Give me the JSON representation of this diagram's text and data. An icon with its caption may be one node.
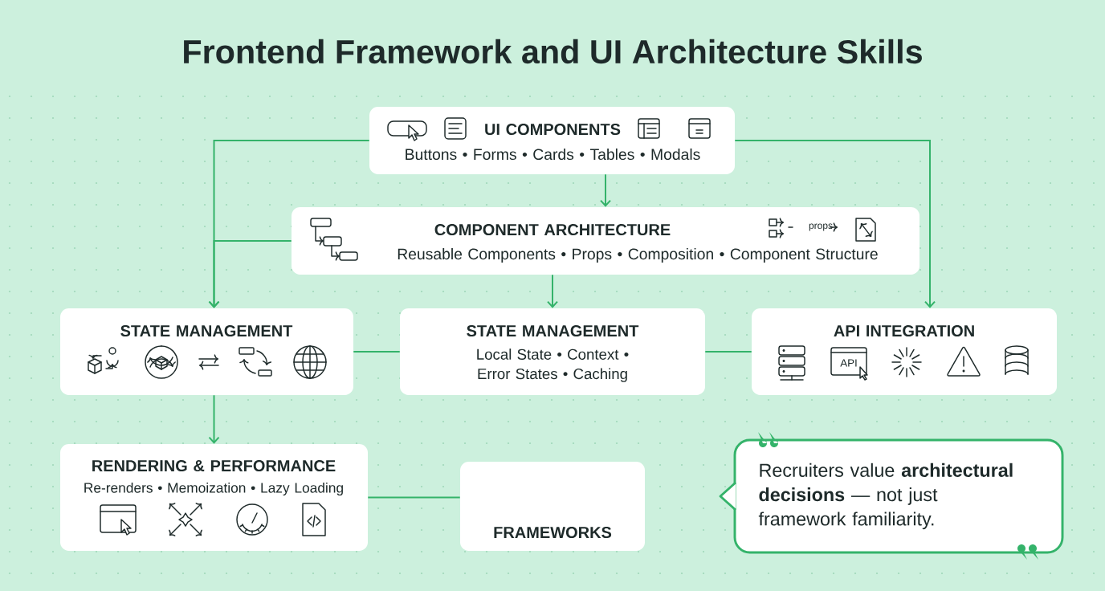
{
  "diagram": {
    "title": "Frontend Framework and UI Architecture Skills",
    "nodes": [
      {
        "text": [
          "UI COMPONENTS",
          "Buttons • Forms • Cards • Tables • Modals"
        ]
      },
      {
        "text": [
          "COMPONENT ARCHITECTURE",
          "Reusable Components • Props • Composition • Component Structure"
        ]
      },
      {
        "text": [
          "STATE MANAGEMENT"
        ]
      },
      {
        "text": [
          "STATE MANAGEMENT",
          "Local State • Context • Error States • Caching"
        ]
      },
      {
        "text": [
          "API INTEGRATION"
        ]
      },
      {
        "text": [
          "RENDERING & PERFORMANCE",
          "Re-renders • Memoization • Lazy Loading"
        ]
      },
      {
        "text": [
          "FRAMEWORKS"
        ]
      },
      {
        "text": [
          "Recruiters value **architectural decisions** — not just framework familiarity."
        ]
      }
    ],
    "edges": [
      {
        "from": 0,
        "to": 1,
        "arrow": "to"
      },
      {
        "from": 0,
        "to": 2,
        "arrow": "to"
      },
      {
        "from": 1,
        "to": 2,
        "arrow": "to"
      },
      {
        "from": 0,
        "to": 4,
        "arrow": "to"
      },
      {
        "from": 1,
        "to": 3,
        "arrow": "to"
      },
      {
        "from": 2,
        "to": 3,
        "arrow": "none"
      },
      {
        "from": 3,
        "to": 4,
        "arrow": "none"
      },
      {
        "from": 2,
        "to": 5,
        "arrow": "to"
      },
      {
        "from": 5,
        "to": 6,
        "arrow": "none"
      }
    ],
    "labels": [
      "props",
      "API"
    ]
  }
}
